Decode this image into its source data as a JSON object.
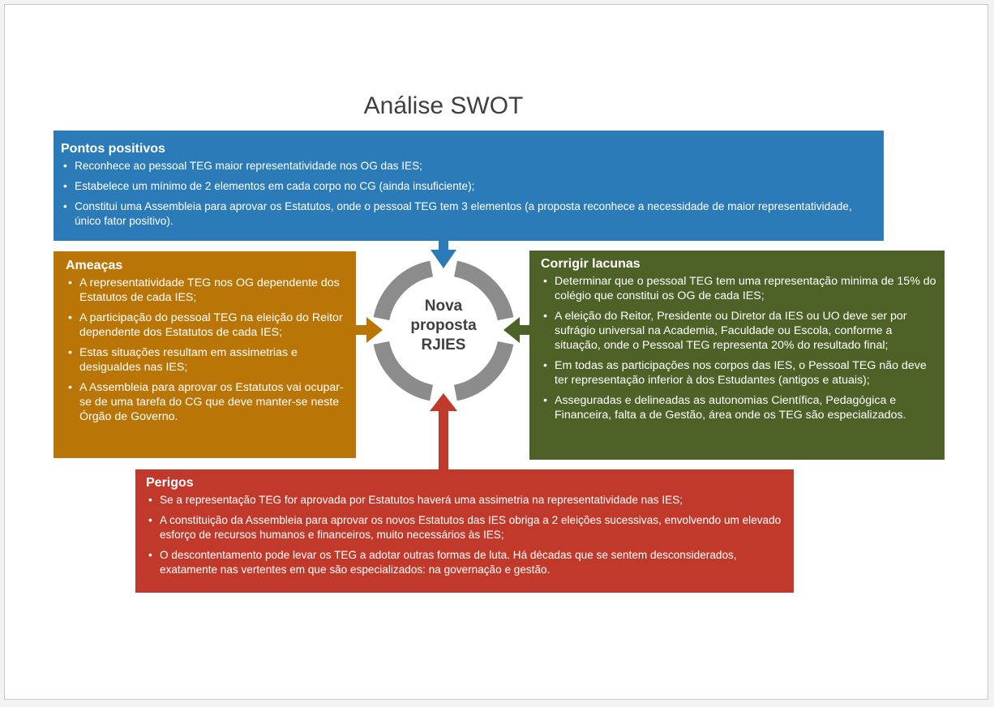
{
  "title": "Análise SWOT",
  "center": {
    "lines": [
      "Nova",
      "proposta",
      "RJIES"
    ]
  },
  "colors": {
    "positivos": "#2b7bb9",
    "ameacas": "#b97607",
    "corrigir": "#4e6228",
    "perigos": "#c0392b",
    "ring": "#8c8c8c"
  },
  "positivos": {
    "heading": "Pontos positivos",
    "items": [
      "Reconhece ao pessoal TEG maior representatividade nos OG das IES;",
      "Estabelece um mínimo de 2 elementos em cada corpo no CG (ainda insuficiente);",
      "Constitui uma Assembleia para aprovar os Estatutos, onde o pessoal TEG tem 3 elementos (a proposta reconhece a necessidade de maior representatividade, único fator positivo)."
    ]
  },
  "ameacas": {
    "heading": "Ameaças",
    "items": [
      "A representatividade TEG nos OG dependente dos Estatutos de cada IES;",
      "A participação do pessoal TEG na eleição do Reitor dependente dos Estatutos de cada IES;",
      "Estas situações resultam em assimetrias e desigualdes nas IES;",
      "A Assembleia para aprovar os Estatutos vai ocupar-se de uma tarefa do CG que deve manter-se neste Órgão de Governo."
    ]
  },
  "corrigir": {
    "heading": "Corrigir lacunas",
    "items": [
      "Determinar que o pessoal TEG tem uma representação minima de 15% do colégio que constitui os OG de cada IES;",
      "A eleição do Reitor, Presidente ou Diretor da IES ou UO deve ser por sufrágio universal na Academia, Faculdade ou Escola, conforme a situação, onde o Pessoal TEG representa 20% do resultado final;",
      "Em todas as participações nos corpos das IES, o Pessoal TEG não deve ter representação inferior à dos Estudantes (antigos e atuais);",
      "Asseguradas e delineadas as autonomias Científica, Pedagógica e Financeira, falta a de Gestão, área onde os TEG são especializados."
    ]
  },
  "perigos": {
    "heading": "Perigos",
    "items": [
      "Se a representação TEG for aprovada por Estatutos haverá uma assimetria na representatividade nas IES;",
      "A constituição da Assembleia para aprovar os novos Estatutos das IES obriga a 2 eleições sucessivas, envolvendo um elevado esforço de recursos humanos e financeiros, muito necessários às IES;",
      "O descontentamento pode levar os TEG a adotar outras formas de luta. Há décadas que se sentem desconsiderados, exatamente nas vertentes em que são especializados: na governação e gestão."
    ]
  }
}
